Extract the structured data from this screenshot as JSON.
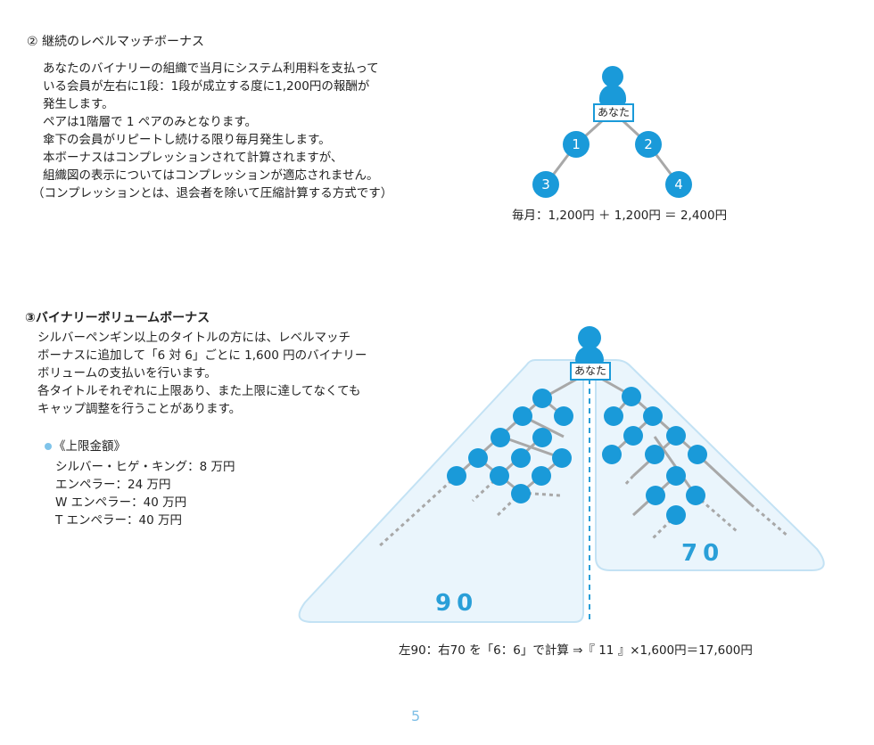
{
  "section2": {
    "title": "② 継続のレベルマッチボーナス",
    "lines": [
      "あなたのバイナリーの組織で当月にシステム利用料を支払って",
      "いる会員が左右に1段：1段が成立する度に1,200円の報酬が",
      "発生します。",
      "ペアは1階層で 1 ペアのみとなります。",
      "傘下の会員がリピートし続ける限り毎月発生します。",
      "本ボーナスはコンプレッションされて計算されますが、",
      "組織図の表示についてはコンプレッションが適応されません。",
      "（コンプレッションとは、退会者を除いて圧縮計算する方式です）"
    ],
    "diagram": {
      "you_label": "あなた",
      "nodes": [
        "1",
        "2",
        "3",
        "4"
      ],
      "caption": "毎月：1,200円 ＋ 1,200円 ＝ 2,400円"
    }
  },
  "section3": {
    "title": "③バイナリーボリュームボーナス",
    "lines": [
      "シルバーペンギン以上のタイトルの方には、レベルマッチ",
      "ボーナスに追加して「6 対 6」ごとに 1,600 円のバイナリー",
      "ボリュームの支払いを行います。",
      "各タイトルそれぞれに上限あり、また上限に達してなくても",
      "キャップ調整を行うことがあります。"
    ],
    "limits_title": "《上限金額》",
    "limits": [
      "シルバー・ヒゲ・キング：8 万円",
      "エンペラー：24 万円",
      "W エンペラー：40 万円",
      "T エンペラー：40 万円"
    ],
    "diagram": {
      "you_label": "あなた",
      "left_volume": "90",
      "right_volume": "70",
      "caption": "左90：右70 を「6：6」で計算 ⇒『 11 』×1,600円＝17,600円"
    }
  },
  "page_number": "5",
  "colors": {
    "accent": "#1a9ad9",
    "panel": "#eaf5fc",
    "panel_border": "#bfe0f3",
    "line": "#a8a8a8"
  }
}
